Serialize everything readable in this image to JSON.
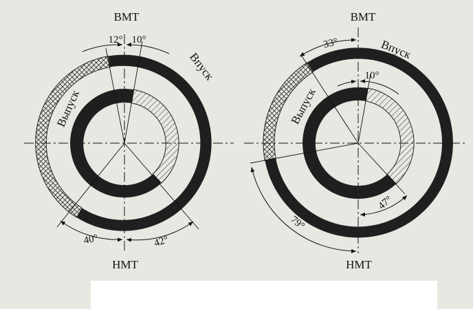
{
  "colors": {
    "background": "#e9e7e1",
    "ring": "#1f1f1f",
    "hatch": "#333333",
    "blank": "#ffffff"
  },
  "diagrams": [
    {
      "tdc_label": "ВМТ",
      "bdc_label": "НМТ",
      "intake_label": "Впуск",
      "exhaust_label": "Выпуск",
      "angle_a": "12°",
      "angle_b": "10°",
      "angle_c": "40°",
      "angle_d": "42°"
    },
    {
      "tdc_label": "ВМТ",
      "bdc_label": "НМТ",
      "intake_label": "Впуск",
      "exhaust_label": "Выпуск",
      "angle_a": "33°",
      "angle_b": "10°",
      "angle_c": "79°",
      "angle_d": "47°"
    }
  ]
}
